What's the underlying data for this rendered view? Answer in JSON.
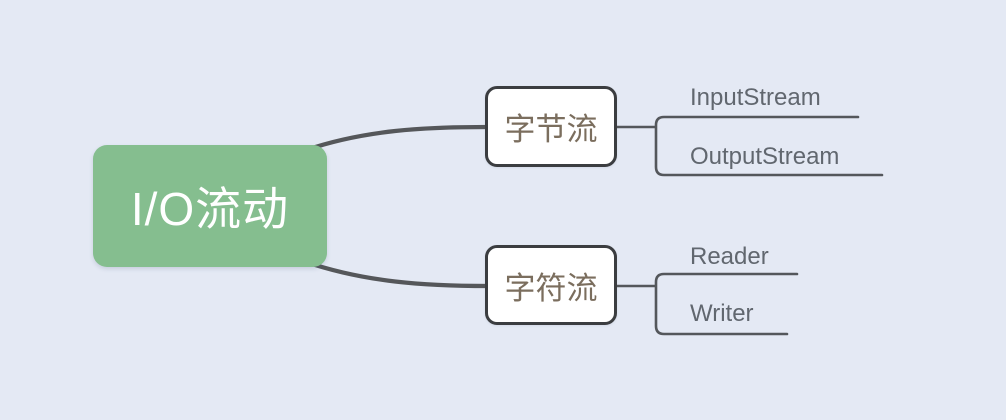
{
  "mindmap": {
    "root": {
      "label": "I/O流动"
    },
    "branches": [
      {
        "label": "字节流",
        "children": [
          {
            "label": "InputStream"
          },
          {
            "label": "OutputStream"
          }
        ]
      },
      {
        "label": "字符流",
        "children": [
          {
            "label": "Reader"
          },
          {
            "label": "Writer"
          }
        ]
      }
    ]
  },
  "colors": {
    "background": "#E4E9F4",
    "root_fill": "#85BE8F",
    "root_text": "#FFFFFF",
    "branch_border": "#3B3D40",
    "branch_text": "#7B6E5E",
    "leaf_text": "#61676F",
    "connector": "#55575A",
    "underline": "#54575B"
  }
}
